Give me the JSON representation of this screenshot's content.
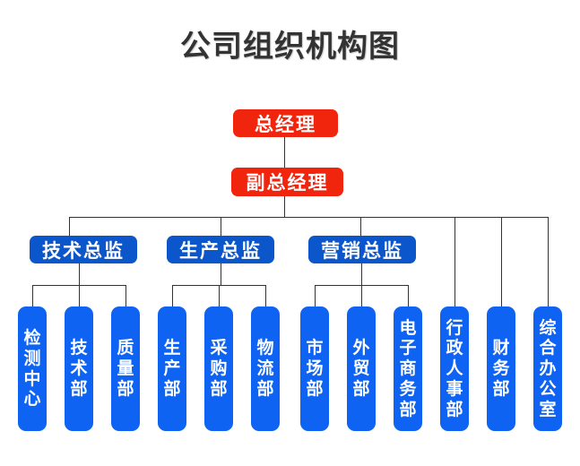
{
  "title": "公司组织机构图",
  "org": {
    "ceo": {
      "label": "总经理"
    },
    "deputy": {
      "label": "副总经理"
    },
    "branches": [
      {
        "label": "技术总监",
        "departments": [
          "检测中心",
          "技术部",
          "质量部"
        ]
      },
      {
        "label": "生产总监",
        "departments": [
          "生产部",
          "采购部",
          "物流部"
        ]
      },
      {
        "label": "营销总监",
        "departments": [
          "市场部",
          "外贸部",
          "电子商务部"
        ]
      }
    ],
    "direct_departments": [
      "行政人事部",
      "财务部",
      "综合办公室"
    ]
  },
  "colors": {
    "executive_red": "#f1250e",
    "director_blue": "#0b56cb",
    "department_blue": "#0e63f2",
    "connector": "#333333",
    "box_text": "#ffffff",
    "title_text": "#333333",
    "background": "#ffffff"
  }
}
